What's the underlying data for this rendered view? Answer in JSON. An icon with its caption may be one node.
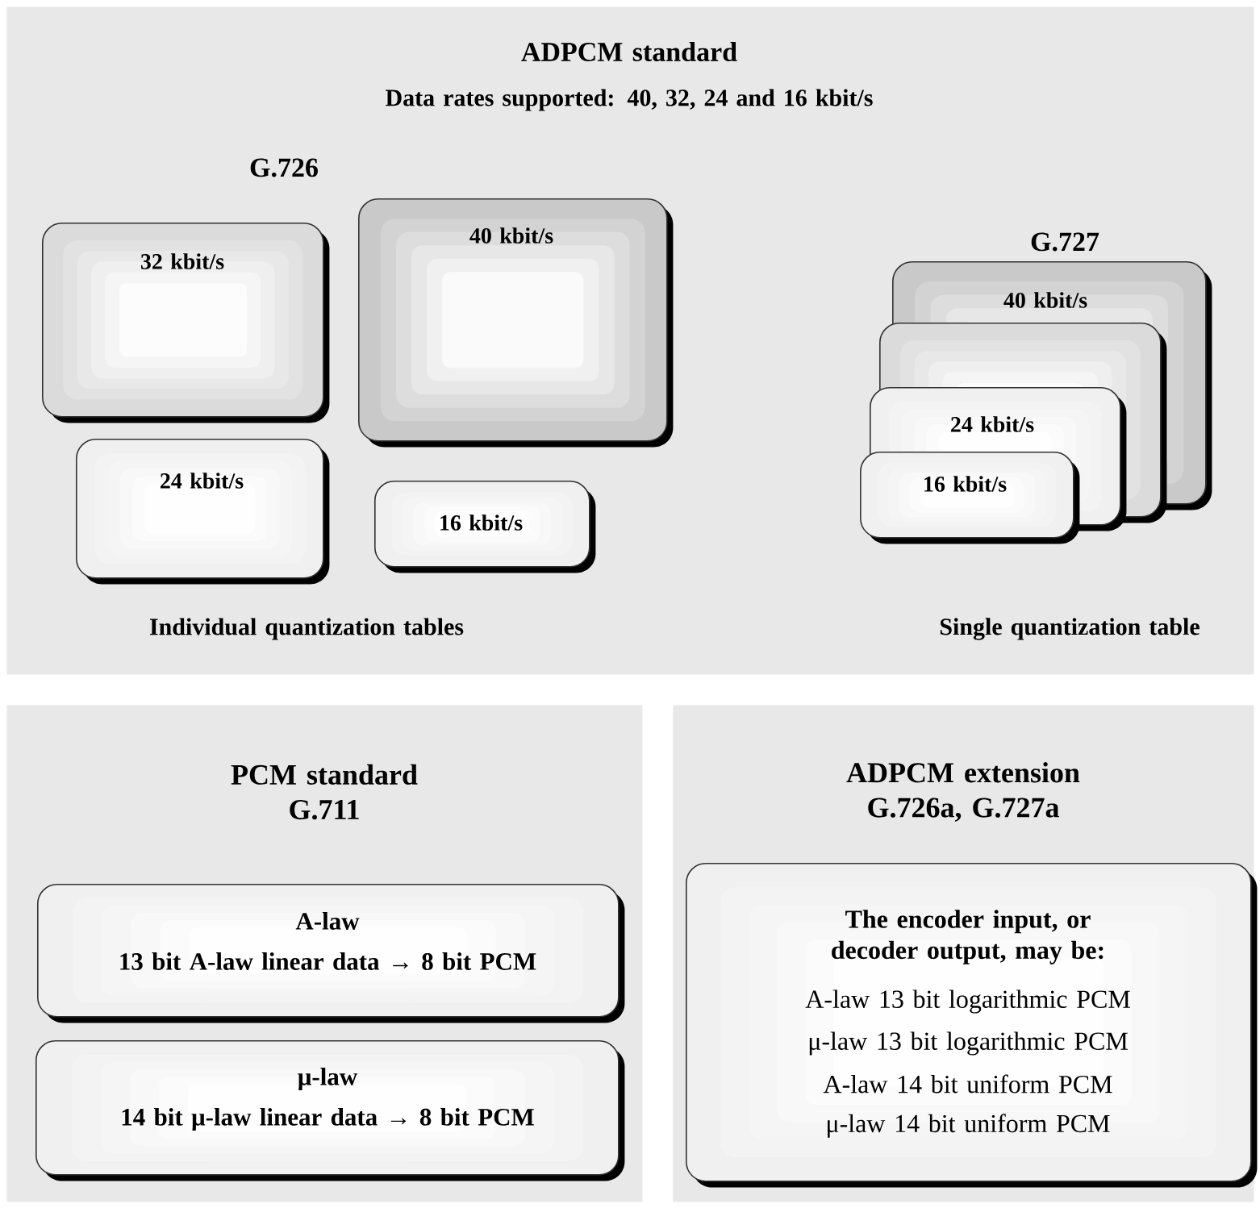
{
  "diagram": {
    "nodes": [
      {
        "text": [
          "ADPCM standard",
          "Data rates supported: 40, 32, 24 and 16 kbit/s"
        ]
      },
      {
        "text": [
          "32 kbit/s"
        ],
        "in": 0
      },
      {
        "text": [
          "40 kbit/s"
        ],
        "in": 0
      },
      {
        "text": [
          "24 kbit/s"
        ],
        "in": 0
      },
      {
        "text": [
          "16 kbit/s"
        ],
        "in": 0
      },
      {
        "text": [
          "40 kbit/s"
        ],
        "in": 0
      },
      {
        "text": [],
        "shape": "box",
        "in": 0
      },
      {
        "text": [
          "24 kbit/s"
        ],
        "in": 0
      },
      {
        "text": [
          "16 kbit/s"
        ],
        "in": 0
      },
      {
        "text": [
          "PCM standard G.711"
        ]
      },
      {
        "text": [
          "A-law",
          "13 bit A-law linear data → 8 bit PCM"
        ],
        "in": 9
      },
      {
        "text": [
          "μ-law",
          "14 bit μ-law linear data → 8 bit PCM"
        ],
        "in": 9
      },
      {
        "text": [
          "ADPCM extension G.726a, G.727a"
        ]
      },
      {
        "text": [
          "The encoder input, or decoder output, may be:",
          "A-law 13 bit logarithmic PCM",
          "μ-law 13 bit logarithmic PCM",
          "A-law 14 bit uniform PCM",
          "μ-law 14 bit uniform PCM"
        ],
        "in": 12
      }
    ],
    "edges": [],
    "labels": [
      "G.726",
      "G.727",
      "Individual quantization tables",
      "Single quantization table"
    ]
  }
}
